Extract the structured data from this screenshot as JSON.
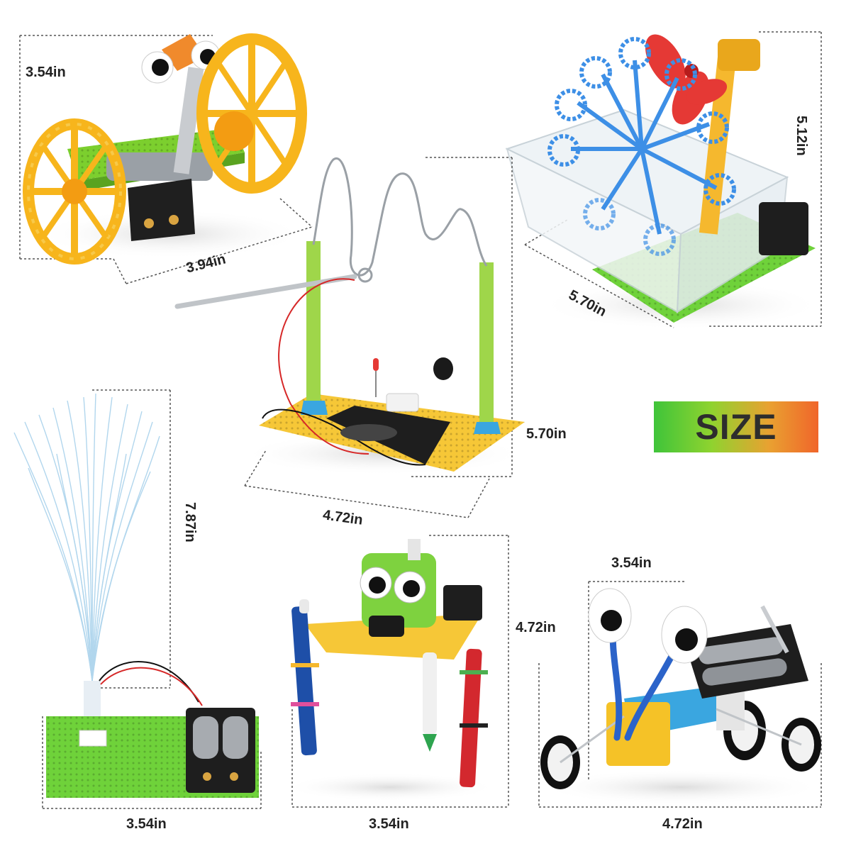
{
  "badge": {
    "text": "SIZE"
  },
  "products": [
    {
      "name": "wheel-robot",
      "dims": [
        "3.54in",
        "3.94in"
      ]
    },
    {
      "name": "bubble-machine",
      "dims": [
        "5.12in",
        "5.70in"
      ]
    },
    {
      "name": "wire-maze-game",
      "dims": [
        "5.70in",
        "4.72in"
      ]
    },
    {
      "name": "fiber-optic-lamp",
      "dims": [
        "7.87in",
        "3.54in"
      ]
    },
    {
      "name": "drawing-robot",
      "dims": [
        "4.72in",
        "3.54in"
      ]
    },
    {
      "name": "eyes-car",
      "dims": [
        "3.54in",
        "4.72in"
      ]
    }
  ]
}
